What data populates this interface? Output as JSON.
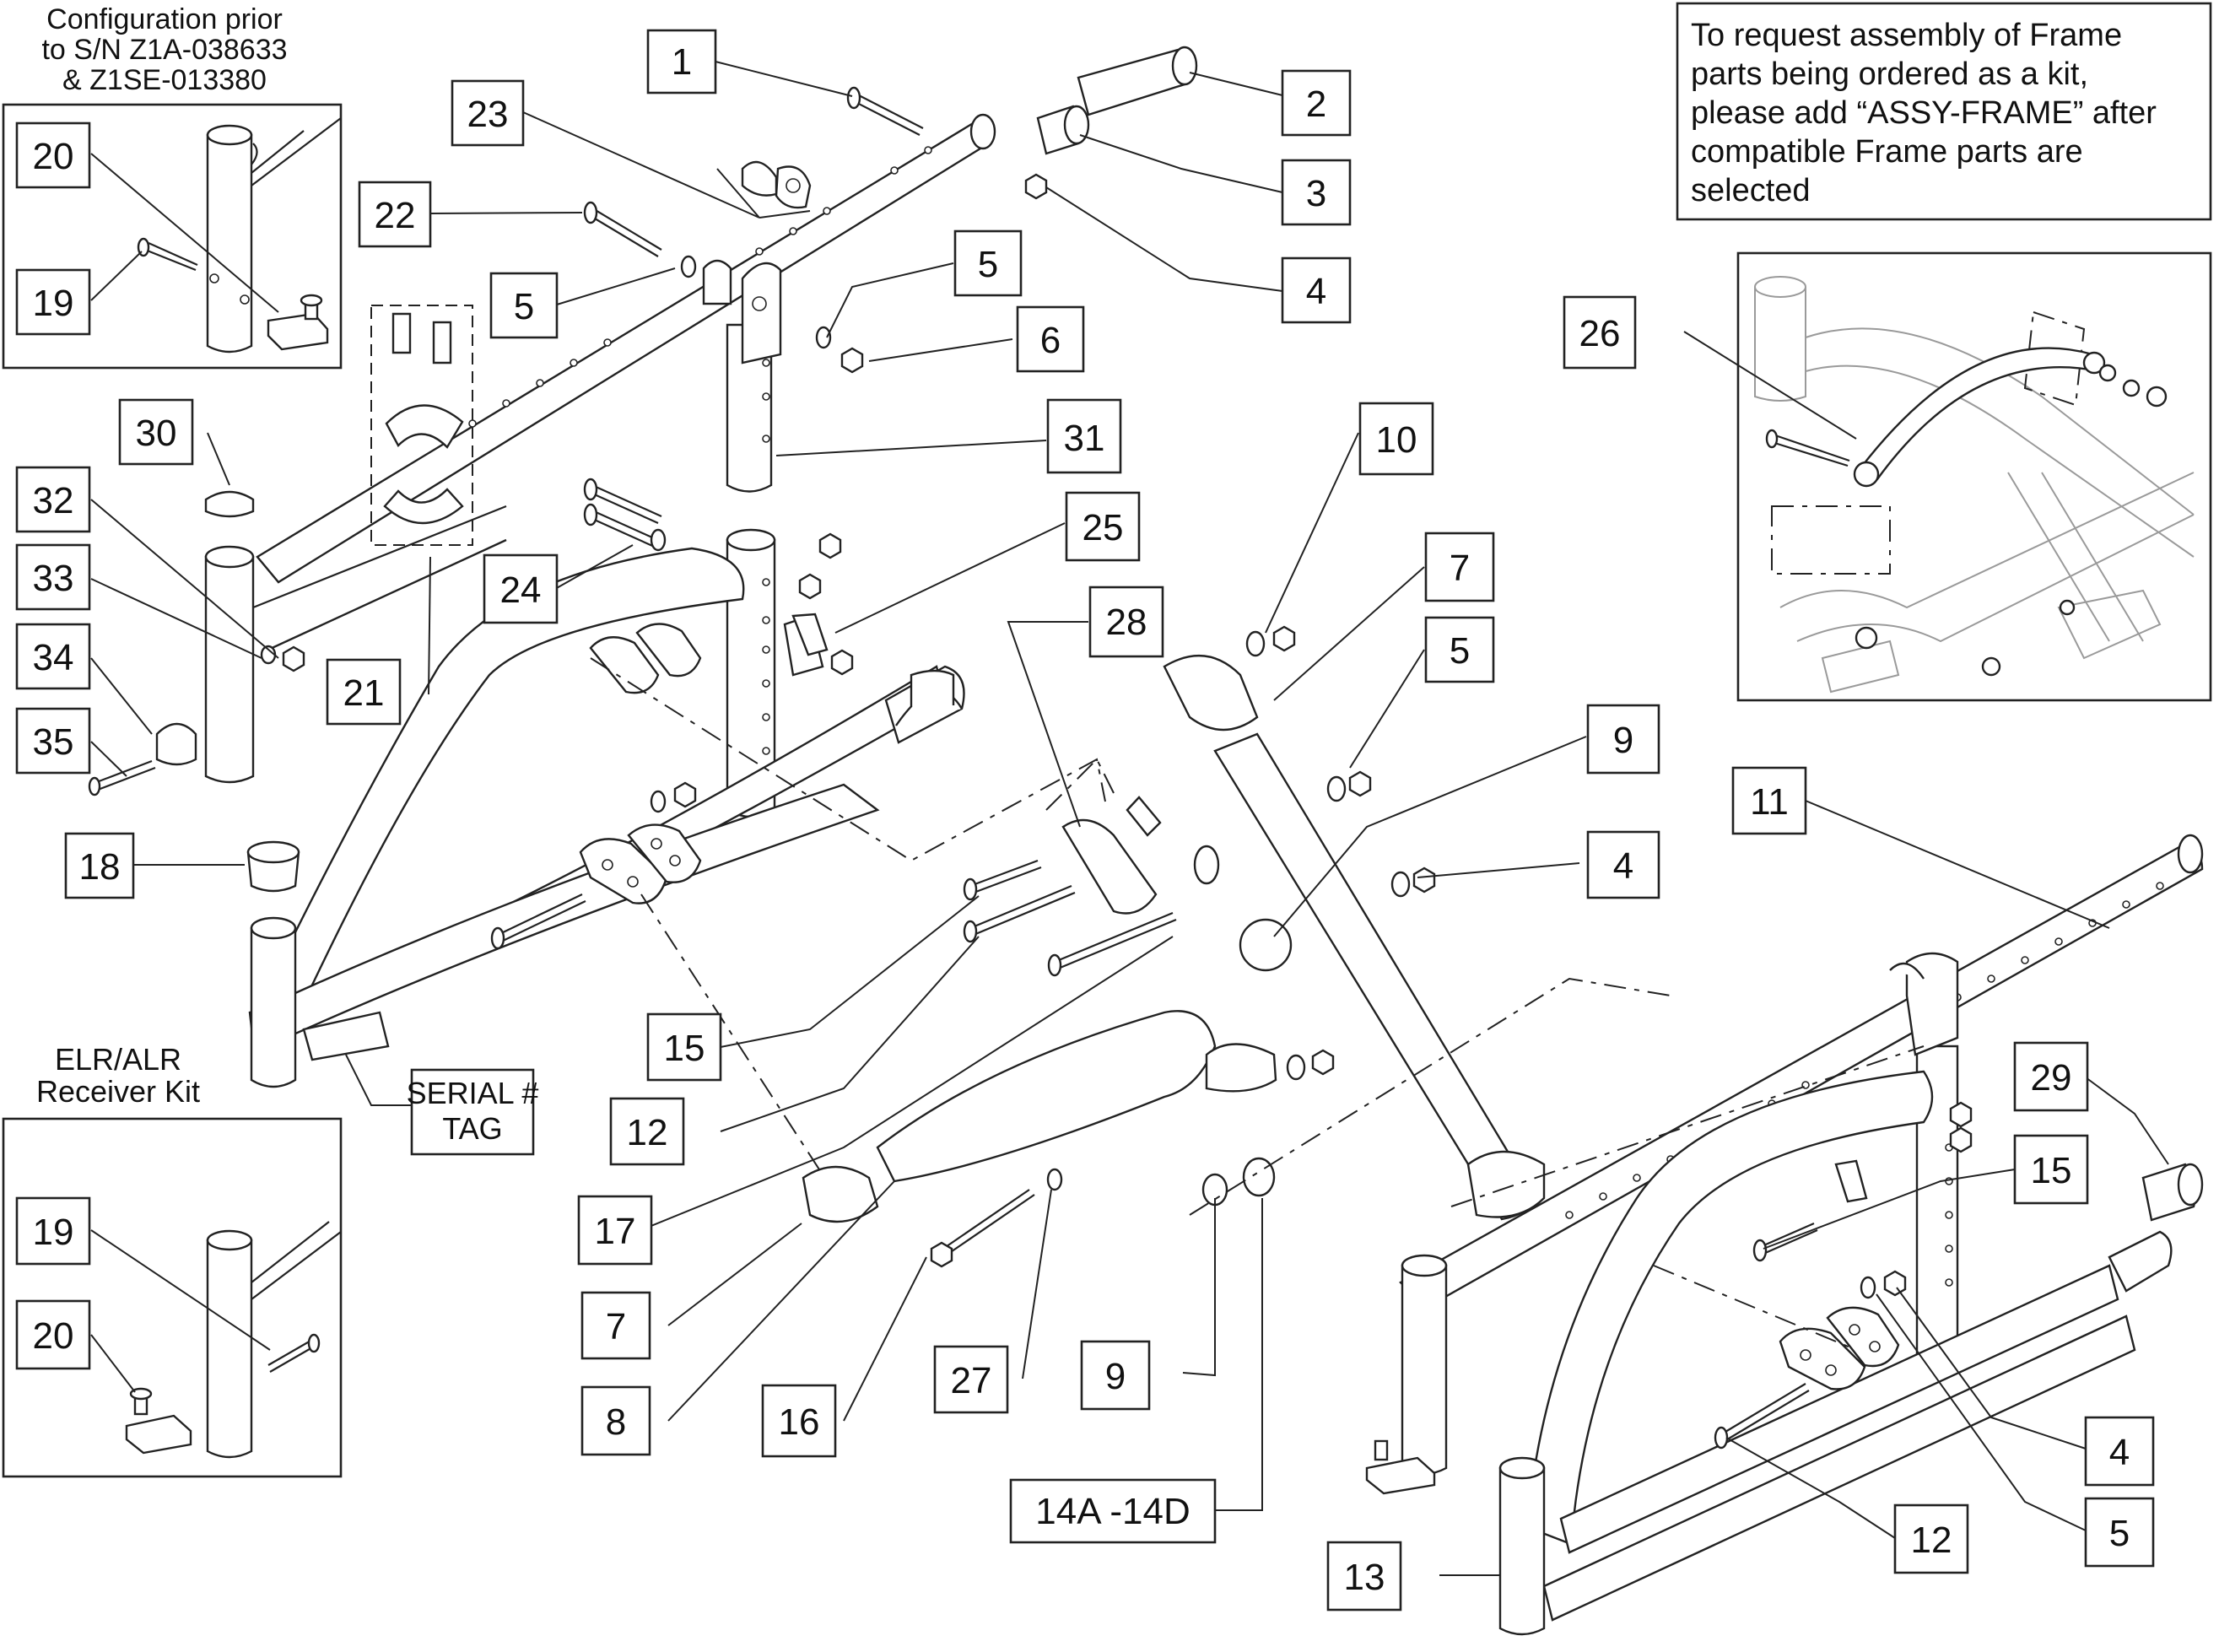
{
  "notes": {
    "config_prior": [
      "Configuration prior",
      "to S/N Z1A-038633",
      "& Z1SE-013380"
    ],
    "elr_alr": [
      "ELR/ALR",
      "Receiver Kit"
    ],
    "serial_tag": [
      "SERIAL #",
      "TAG"
    ],
    "assembly_note": [
      "To request assembly of Frame",
      "parts being ordered as a kit,",
      "please add “ASSY-FRAME” after",
      "compatible Frame parts are",
      "selected"
    ]
  },
  "callouts": [
    {
      "label": "1"
    },
    {
      "label": "2"
    },
    {
      "label": "3"
    },
    {
      "label": "4"
    },
    {
      "label": "23"
    },
    {
      "label": "22"
    },
    {
      "label": "5"
    },
    {
      "label": "5"
    },
    {
      "label": "6"
    },
    {
      "label": "31"
    },
    {
      "label": "20"
    },
    {
      "label": "19"
    },
    {
      "label": "30"
    },
    {
      "label": "32"
    },
    {
      "label": "33"
    },
    {
      "label": "34"
    },
    {
      "label": "35"
    },
    {
      "label": "21"
    },
    {
      "label": "24"
    },
    {
      "label": "25"
    },
    {
      "label": "18"
    },
    {
      "label": "10"
    },
    {
      "label": "7"
    },
    {
      "label": "5"
    },
    {
      "label": "28"
    },
    {
      "label": "9"
    },
    {
      "label": "4"
    },
    {
      "label": "11"
    },
    {
      "label": "26"
    },
    {
      "label": "15"
    },
    {
      "label": "12"
    },
    {
      "label": "17"
    },
    {
      "label": "7"
    },
    {
      "label": "8"
    },
    {
      "label": "16"
    },
    {
      "label": "27"
    },
    {
      "label": "9"
    },
    {
      "label": "14A -14D"
    },
    {
      "label": "19"
    },
    {
      "label": "20"
    },
    {
      "label": "29"
    },
    {
      "label": "15"
    },
    {
      "label": "4"
    },
    {
      "label": "5"
    },
    {
      "label": "12"
    },
    {
      "label": "13"
    }
  ]
}
